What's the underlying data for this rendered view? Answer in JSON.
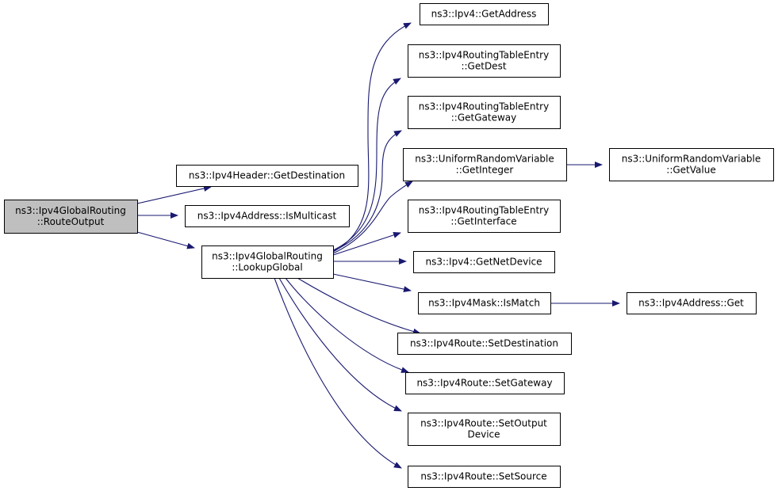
{
  "colors": {
    "edge": "#191970",
    "root_fill": "#bfbfbf",
    "node_fill": "#ffffff",
    "node_border": "#000000"
  },
  "nodes": [
    {
      "id": "routeoutput",
      "lines": [
        "ns3::Ipv4GlobalRouting",
        "::RouteOutput"
      ],
      "root": true
    },
    {
      "id": "getdestination_hdr",
      "lines": [
        "ns3::Ipv4Header::GetDestination"
      ]
    },
    {
      "id": "ismulticast",
      "lines": [
        "ns3::Ipv4Address::IsMulticast"
      ]
    },
    {
      "id": "lookupglobal",
      "lines": [
        "ns3::Ipv4GlobalRouting",
        "::LookupGlobal"
      ]
    },
    {
      "id": "getaddress",
      "lines": [
        "ns3::Ipv4::GetAddress"
      ]
    },
    {
      "id": "getdest",
      "lines": [
        "ns3::Ipv4RoutingTableEntry",
        "::GetDest"
      ]
    },
    {
      "id": "getgateway",
      "lines": [
        "ns3::Ipv4RoutingTableEntry",
        "::GetGateway"
      ]
    },
    {
      "id": "getinteger",
      "lines": [
        "ns3::UniformRandomVariable",
        "::GetInteger"
      ]
    },
    {
      "id": "getvalue",
      "lines": [
        "ns3::UniformRandomVariable",
        "::GetValue"
      ]
    },
    {
      "id": "getinterface",
      "lines": [
        "ns3::Ipv4RoutingTableEntry",
        "::GetInterface"
      ]
    },
    {
      "id": "getnetdevice",
      "lines": [
        "ns3::Ipv4::GetNetDevice"
      ]
    },
    {
      "id": "ismatch",
      "lines": [
        "ns3::Ipv4Mask::IsMatch"
      ]
    },
    {
      "id": "addrget",
      "lines": [
        "ns3::Ipv4Address::Get"
      ]
    },
    {
      "id": "setdestination",
      "lines": [
        "ns3::Ipv4Route::SetDestination"
      ]
    },
    {
      "id": "setgateway",
      "lines": [
        "ns3::Ipv4Route::SetGateway"
      ]
    },
    {
      "id": "setoutputdevice",
      "lines": [
        "ns3::Ipv4Route::SetOutput",
        "Device"
      ]
    },
    {
      "id": "setsource",
      "lines": [
        "ns3::Ipv4Route::SetSource"
      ]
    }
  ],
  "edges": [
    {
      "from": "routeoutput",
      "to": "getdestination_hdr"
    },
    {
      "from": "routeoutput",
      "to": "ismulticast"
    },
    {
      "from": "routeoutput",
      "to": "lookupglobal"
    },
    {
      "from": "lookupglobal",
      "to": "getaddress"
    },
    {
      "from": "lookupglobal",
      "to": "getdest"
    },
    {
      "from": "lookupglobal",
      "to": "getgateway"
    },
    {
      "from": "lookupglobal",
      "to": "getinteger"
    },
    {
      "from": "lookupglobal",
      "to": "getinterface"
    },
    {
      "from": "lookupglobal",
      "to": "getnetdevice"
    },
    {
      "from": "lookupglobal",
      "to": "ismatch"
    },
    {
      "from": "lookupglobal",
      "to": "setdestination"
    },
    {
      "from": "lookupglobal",
      "to": "setgateway"
    },
    {
      "from": "lookupglobal",
      "to": "setoutputdevice"
    },
    {
      "from": "lookupglobal",
      "to": "setsource"
    },
    {
      "from": "getinteger",
      "to": "getvalue"
    },
    {
      "from": "ismatch",
      "to": "addrget"
    }
  ]
}
